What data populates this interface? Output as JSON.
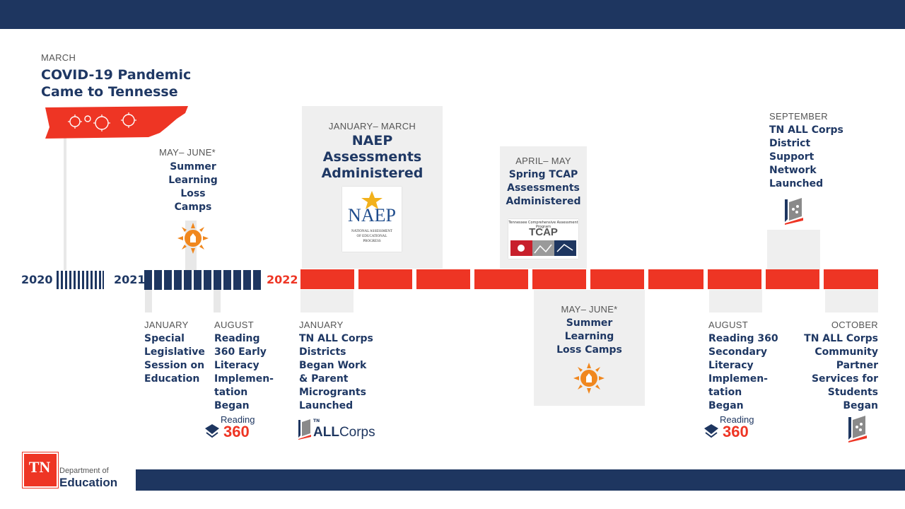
{
  "colors": {
    "navy": "#1e3660",
    "red": "#ee3524",
    "gray_panel": "#efefef"
  },
  "years": [
    "2020",
    "2021",
    "2022"
  ],
  "top_events": [
    {
      "month": "MARCH",
      "title_lines": [
        "COVID-19 Pandemic",
        "Came to Tennesse"
      ]
    },
    {
      "month": "MAY– JUNE*",
      "title_lines": [
        "Summer",
        "Learning",
        "Loss",
        "Camps"
      ]
    },
    {
      "month": "JANUARY– MARCH",
      "title_lines": [
        "NAEP",
        "Assessments",
        "Administered"
      ]
    },
    {
      "month": "APRIL– MAY",
      "title_lines": [
        "Spring TCAP",
        "Assessments",
        "Administered"
      ]
    },
    {
      "month": "SEPTEMBER",
      "title_lines": [
        "TN ALL Corps",
        "District",
        "Support",
        "Network",
        "Launched"
      ]
    }
  ],
  "bottom_events": [
    {
      "month": "JANUARY",
      "title_lines": [
        "Special",
        "Legislative",
        "Session on",
        "Education"
      ]
    },
    {
      "month": "AUGUST",
      "title_lines": [
        "Reading",
        "360 Early",
        "Literacy",
        "Implemen-",
        "tation",
        "Began"
      ]
    },
    {
      "month": "JANUARY",
      "title_lines": [
        "TN ALL Corps",
        "Districts",
        "Began Work",
        "& Parent",
        "Microgrants",
        "Launched"
      ]
    },
    {
      "month": "MAY– JUNE*",
      "title_lines": [
        "Summer",
        "Learning",
        "Loss Camps"
      ]
    },
    {
      "month": "AUGUST",
      "title_lines": [
        "Reading 360",
        "Secondary",
        "Literacy",
        "Implemen-",
        "tation",
        "Began"
      ]
    },
    {
      "month": "OCTOBER",
      "title_lines": [
        "TN ALL Corps",
        "Community",
        "Partner",
        "Services for",
        "Students",
        "Began"
      ]
    }
  ],
  "logos": {
    "naep": {
      "word": "NAEP",
      "sub": [
        "NATIONAL ASSESSMENT",
        "OF EDUCATIONAL",
        "PROGRESS"
      ]
    },
    "tcap": {
      "word": "TCAP",
      "sub": "Tennessee Comprehensive Assessment Program"
    },
    "reading360": {
      "top": "Reading",
      "num": "360"
    },
    "allcorps": {
      "tn": "TN",
      "all": "ALL",
      "corps": "Corps"
    },
    "tn_doe": {
      "tn": "TN",
      "dept": "Department of",
      "edu": "Education"
    }
  }
}
